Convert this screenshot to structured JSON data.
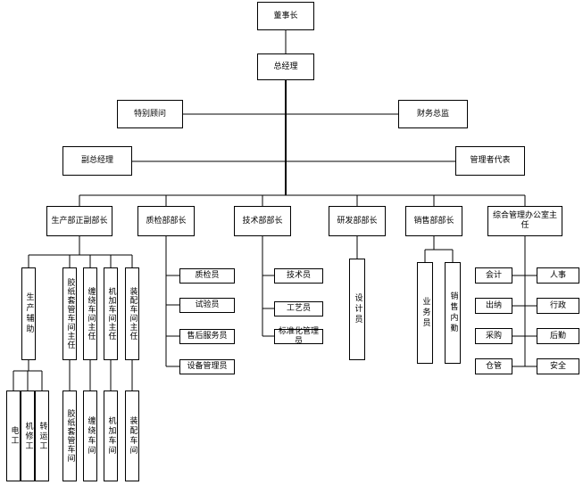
{
  "org": {
    "chairman": "董事长",
    "general_manager": "总经理",
    "special_advisor": "特别顾问",
    "finance_director": "财务总监",
    "deputy_gm": "副总经理",
    "management_rep": "管理者代表",
    "departments": {
      "production": "生产部正副部长",
      "quality": "质检部部长",
      "technical": "技术部部长",
      "rnd": "研发部部长",
      "sales": "销售部部长",
      "admin_office": "综合管理办公室主任"
    },
    "production": {
      "assist": "生产辅助",
      "workshop_heads": [
        "胶纸套管车间主任",
        "缠绕车间主任",
        "机加车间主任",
        "装配车间主任"
      ],
      "workers": [
        "电工",
        "机修工",
        "转运工"
      ],
      "workshops": [
        "胶纸套管车间",
        "缠绕车间",
        "机加车间",
        "装配车间"
      ]
    },
    "quality": [
      "质检员",
      "试验员",
      "售后服务员",
      "设备管理员"
    ],
    "technical": [
      "技术员",
      "工艺员",
      "标准化管理员"
    ],
    "rnd": [
      "设计员"
    ],
    "sales": [
      "业务员",
      "销售内勤"
    ],
    "admin": {
      "left": [
        "会计",
        "出纳",
        "采购",
        "仓管"
      ],
      "right": [
        "人事",
        "行政",
        "后勤",
        "安全"
      ]
    }
  }
}
